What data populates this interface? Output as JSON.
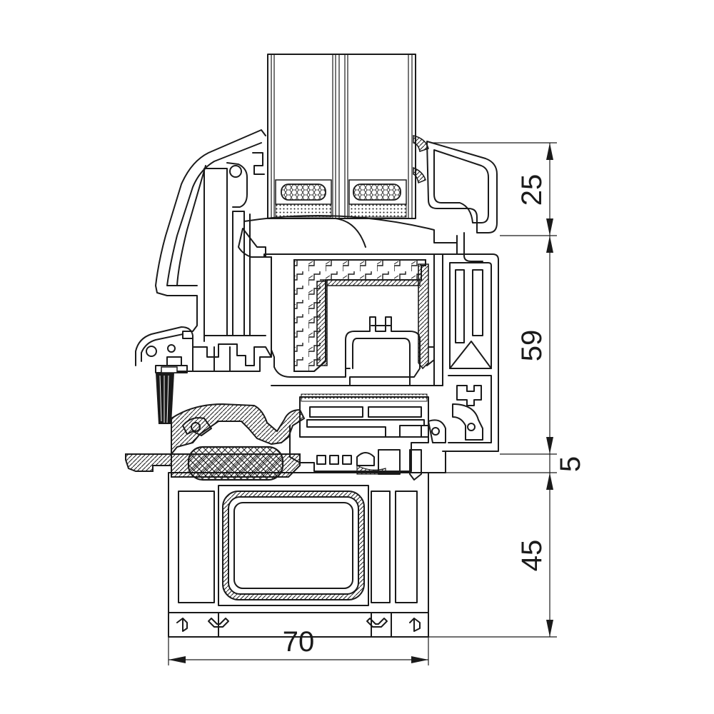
{
  "dimensions": {
    "sash_glazing": "25",
    "sash_height": "59",
    "overlap": "5",
    "frame_height": "45",
    "frame_depth": "70"
  },
  "colors": {
    "line": "#1a1a1a",
    "background": "#ffffff"
  }
}
